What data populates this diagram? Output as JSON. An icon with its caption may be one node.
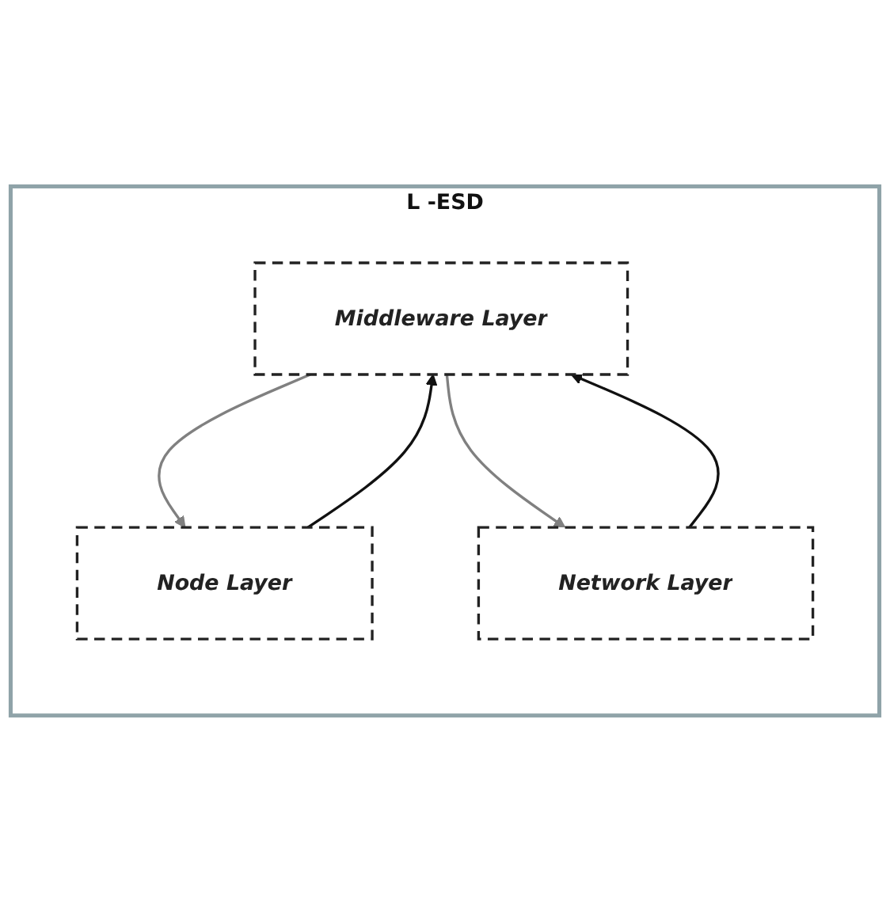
{
  "diagram": {
    "nodes": [
      {
        "text": [
          "L -ESD"
        ]
      },
      {
        "text": [
          "Middleware Layer"
        ],
        "in": 0
      },
      {
        "text": [
          "Node Layer"
        ],
        "in": 0
      },
      {
        "text": [
          "Network Layer"
        ],
        "in": 0
      }
    ],
    "edges": [
      {
        "from": 1,
        "to": 2,
        "arrow": "to",
        "color": "#808080"
      },
      {
        "from": 2,
        "to": 1,
        "arrow": "to",
        "color": "#111111"
      },
      {
        "from": 1,
        "to": 3,
        "arrow": "to",
        "color": "#808080"
      },
      {
        "from": 3,
        "to": 1,
        "arrow": "to",
        "color": "#111111"
      }
    ]
  }
}
